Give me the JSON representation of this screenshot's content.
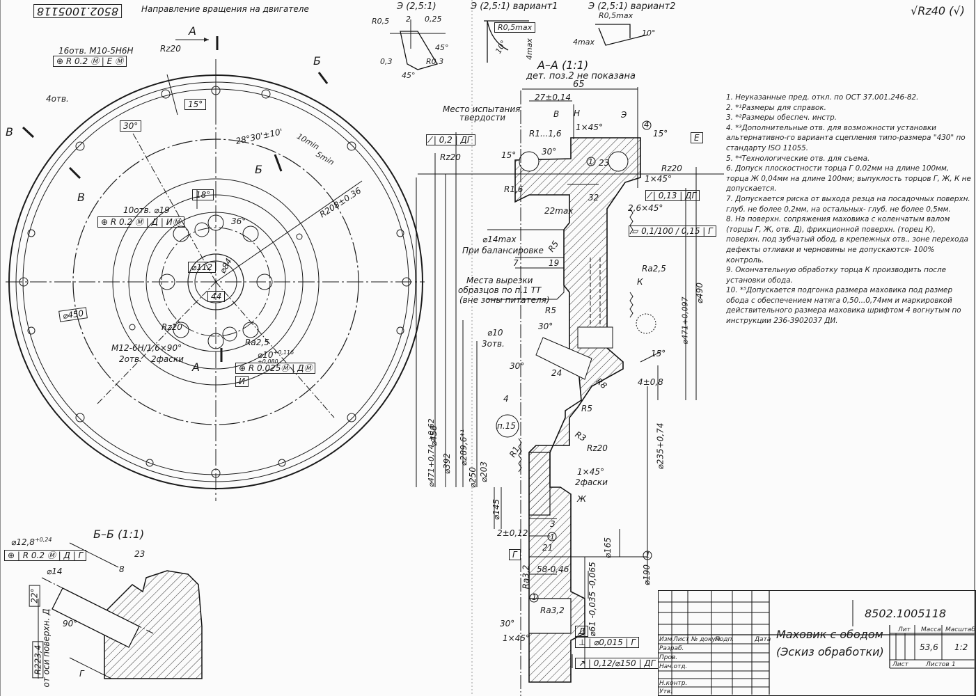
{
  "stamp": {
    "number_inverted": "8502.1005118"
  },
  "header": {
    "rotation_note": "Направление вращения на двигателе",
    "roughness": "Rz40",
    "roughness_suffix": "(√)"
  },
  "views": {
    "detail_e": "Э (2,5:1)",
    "detail_e_v1": "Э (2,5:1)  вариант1",
    "detail_e_v2": "Э (2,5:1)  вариант2",
    "section_aa": "А–А (1:1)",
    "section_aa_note": "дет. поз.2 не показана",
    "section_bb": "Б–Б",
    "section_bb_scale": "(1:1)",
    "cut_a": "А",
    "cut_b": "Б",
    "cut_v": "В"
  },
  "front_view": {
    "holes_16": "16отв. М10-5Н6Н",
    "fcf_16": [
      "⊕",
      "R 0.2",
      "Ⓜ",
      "Е",
      "Ⓜ"
    ],
    "rz_top": "Rz20",
    "four_holes": "4отв.",
    "angle_15": "15°",
    "angle_30": "30°",
    "angle_28": "28°30'±10'",
    "r208": "R208±0.36",
    "dim_10min": "10min",
    "dim_5min": "5min",
    "angle_18": "18°",
    "holes_10": "10отв. ⌀19",
    "fcf_10": [
      "⊕",
      "R 0.2",
      "Ⓜ",
      "Д",
      "И",
      "Ⓜ"
    ],
    "angle_36": "36°",
    "d112": "⌀112",
    "d84": "⌀84",
    "dim_44": "44",
    "d450": "⌀450",
    "rz_bottom": "Rz20",
    "thread_m12": "М12-6Н",
    "chamfer_16": "/1,6×90°",
    "two_holes": "2отв.",
    "two_chamfers": "2фаски",
    "ra25": "Ra2,5",
    "d10": "⌀10",
    "d10_tol_up": "+0,116",
    "d10_tol_low": "+0,080",
    "fcf_d10": [
      "⊕",
      "R 0.025",
      "Ⓜ",
      "Д",
      "Ⓜ"
    ],
    "datum_i": "И"
  },
  "detail_e": {
    "r05": "R0,5",
    "d2": "2",
    "d025": "0,25",
    "d45a": "45°",
    "d03": "0,3",
    "r03": "R0,3",
    "d45b": "45°",
    "v1_r": "R0,5max",
    "v1_4max": "4max",
    "v1_10": "10°",
    "v2_r": "R0,5max",
    "v2_4max": "4max",
    "v2_10": "10°"
  },
  "section": {
    "d65": "65",
    "d27": "27±0,14",
    "test_place": "Место испытания",
    "test_place2": "твердости",
    "fcf_02": [
      "⁄",
      "0,2",
      "ДГ"
    ],
    "rz20a": "Rz20",
    "r116": "R1...1,6",
    "d15a": "15°",
    "d30a": "30°",
    "r16": "R1,6",
    "chamfer_1x45a": "1×45°",
    "d23": "23",
    "rz20b": "Rz20",
    "chamfer_1x45b": "1×45°",
    "fcf_013": [
      "⁄",
      "0,13",
      "ДГ"
    ],
    "d32": "32",
    "d22max": "22max",
    "chamfer_26": "2,6×45°",
    "d14max": "⌀14max",
    "balance": "При балансировке",
    "r5a": "R5",
    "fcf_flat": [
      "⏥",
      "0,1/100",
      "0,15",
      "Г"
    ],
    "ra25": "Ra2,5",
    "k": "К",
    "d7": "7",
    "d19": "19",
    "cut_place": "Места вырезки",
    "cut_place2": "образцов по п.1 ТТ",
    "cut_place3": "(вне зоны питателя)",
    "r5b": "R5",
    "d10": "⌀10",
    "holes3": "3отв.",
    "d30b": "30°",
    "d30c": "30°",
    "d24": "24",
    "r8": "R8",
    "d15b": "15°",
    "d4": "4±0,8",
    "d4b": "4",
    "r5c": "R5",
    "p15": "п.15",
    "r3": "R3",
    "rz20c": "Rz20",
    "r1": "R1",
    "chamfer_1x45c": "1×45°",
    "two_chamfers": "2фаски",
    "zh": "Ж",
    "d3": "3",
    "d2": "2±0,12",
    "d21": "21",
    "d58": "58",
    "d58_tol": "-0,46",
    "ra32a": "Ra3,2",
    "ra32b": "Ra3,2",
    "d30d": "30°",
    "chamfer_1x45d": "1×45°",
    "d61": "⌀61",
    "d61_tol": "-0,035 -0,065",
    "fcf_0015": [
      "⊥",
      "⌀0,015",
      "Г"
    ],
    "fcf_012": [
      "↗",
      "0,12/⌀150",
      "ДГ"
    ],
    "datum_d": "Д",
    "datum_g": "Г",
    "datum_e": "Е",
    "d490": "⌀490",
    "d471a": "⌀471+0,097",
    "d471b": "⌀471+0,74 +0,62",
    "d458": "⌀458",
    "d392": "⌀392",
    "d289": "⌀289,6*¹",
    "d250": "⌀250",
    "d203": "⌀203",
    "d145": "⌀145",
    "d165": "⌀165",
    "d190": "⌀190",
    "d235": "⌀235+0,74",
    "mark1": "1",
    "h": "Н",
    "v": "В",
    "e": "Э"
  },
  "bb_view": {
    "d128": "⌀12,8",
    "d128_tol": "+0,24",
    "fcf": [
      "⊕",
      "R 0.2",
      "Ⓜ",
      "Д",
      "Г"
    ],
    "d14": "⌀14",
    "d22": "22°",
    "d8": "8",
    "d23": "23",
    "d90": "90°",
    "r223": "R223,4",
    "axis_note": "от оси поверхн. Д",
    "g": "Г"
  },
  "notes": [
    "1. Неуказанные пред. откл. по ОСТ 37.001.246-82.",
    "2. *¹Размеры для справок.",
    "3. *²Размеры обеспеч. инстр.",
    "4. *³Дополнительные отв. для возможности установки альтернативно-го варианта сцепления типо-размера \"430\" по стандарту ISO 11055.",
    "5. *⁴Технологические отв. для съема.",
    "6. Допуск плоскостности торца Г 0,02мм на длине 100мм, торца Ж 0,04мм на длине 100мм; выпуклость торцов Г, Ж, К не допускается.",
    "7. Допускается риска от выхода резца на посадочных поверхн. глуб. не более 0,2мм, на остальных- глуб. не более 0,5мм.",
    "8. На поверхн. сопряжения маховика с коленчатым валом (торцы Г, Ж, отв. Д), фрикционной поверхн. (торец К), поверхн. под зубчатый обод, в крепежных отв., зоне перехода дефекты отливки и черновины не допускаются- 100% контроль.",
    "9. Окончательную обработку торца К производить после установки обода.",
    "10. *⁵Допускается подгонка размера маховика под размер обода с обеспечением натяга 0,50...0,74мм и маркировкой действительного размера маховика шрифтом 4 вогнутым по инструкции 236-3902037 ДИ."
  ],
  "title_block": {
    "doc_number": "8502.1005118",
    "title_line1": "Маховик с ободом",
    "title_line2": "(Эскиз обработки)",
    "lit": "Лит",
    "mass_label": "Масса",
    "scale_label": "Масштаб",
    "mass": "53,6",
    "scale": "1:2",
    "sheet": "Лист",
    "sheets": "Листов",
    "sheets_count": "1",
    "rows": [
      "Изм",
      "Лист",
      "№ докум.",
      "Подп.",
      "Дата"
    ],
    "roles": [
      "Разраб.",
      "Пров.",
      "Нач.отд.",
      "",
      "Н.контр.",
      "Утв."
    ]
  }
}
